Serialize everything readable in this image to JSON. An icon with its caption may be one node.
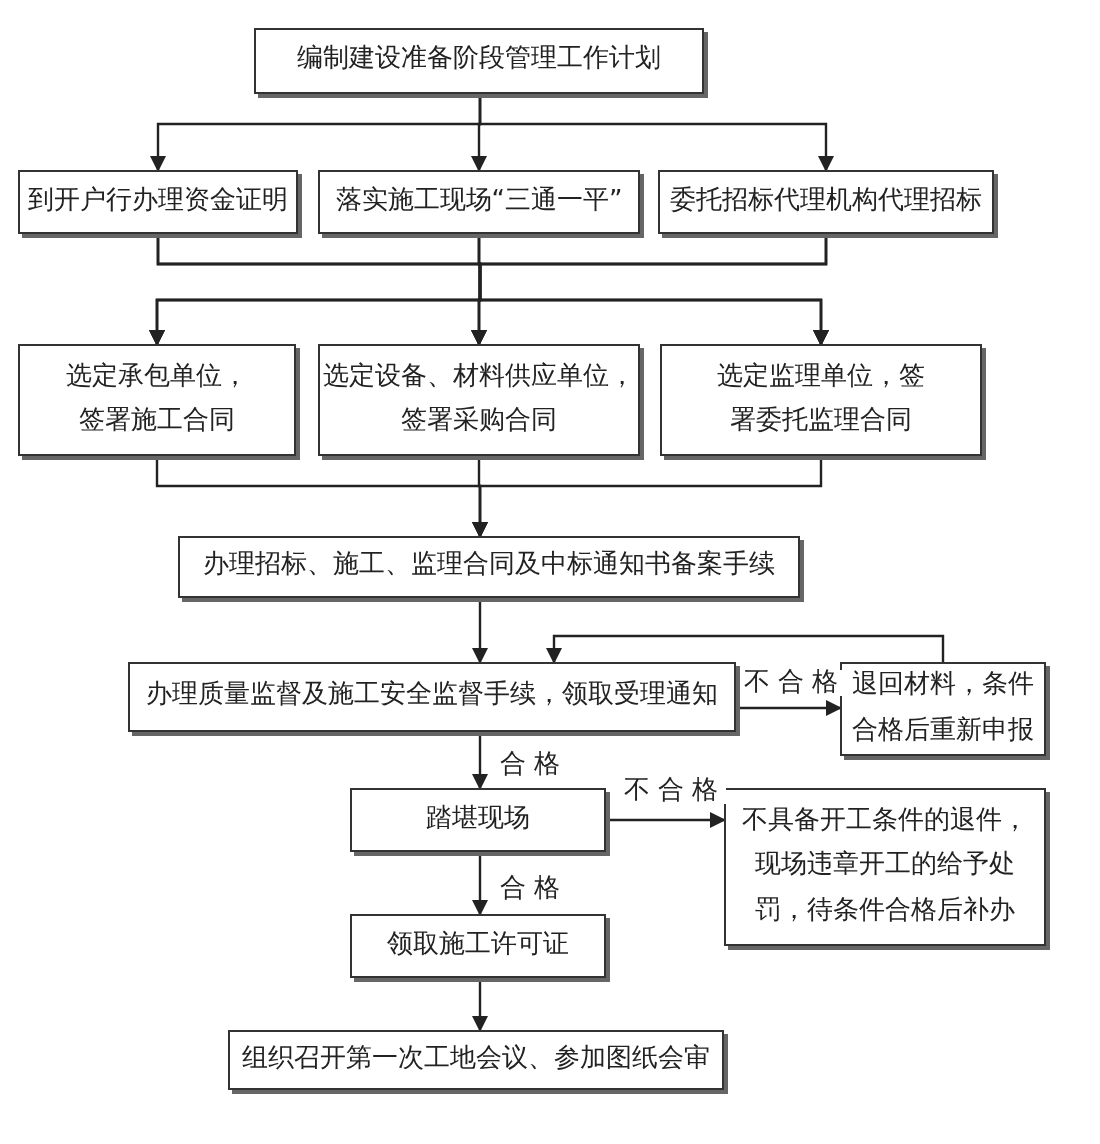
{
  "diagram": {
    "nodes": [
      {
        "text": [
          "编制建设准备阶段管理工作计划"
        ]
      },
      {
        "text": [
          "到开户行办理资金证明"
        ]
      },
      {
        "text": [
          "落实施工现场“三通一平”"
        ]
      },
      {
        "text": [
          "委托招标代理机构代理招标"
        ]
      },
      {
        "text": [
          "选定承包单位，签署施工合同"
        ]
      },
      {
        "text": [
          "选定设备、材料供应单位，签署采购合同"
        ]
      },
      {
        "text": [
          "选定监理单位，签署委托监理合同"
        ]
      },
      {
        "text": [
          "办理招标、施工、监理合同及中标通知书备案手续"
        ]
      },
      {
        "text": [
          "办理质量监督及施工安全监督手续，领取受理通知"
        ]
      },
      {
        "text": [
          "退回材料，条件合格后重新申报"
        ]
      },
      {
        "text": [
          "踏堪现场"
        ]
      },
      {
        "text": [
          "不具备开工条件的退件，现场违章开工的给予处罚，待条件合格后补办"
        ]
      },
      {
        "text": [
          "领取施工许可证"
        ]
      },
      {
        "text": [
          "组织召开第一次工地会议、参加图纸会审"
        ]
      }
    ],
    "edges": [
      {
        "from": 0,
        "to": 1,
        "arrow": "to"
      },
      {
        "from": 0,
        "to": 2,
        "arrow": "to"
      },
      {
        "from": 0,
        "to": 3,
        "arrow": "to"
      },
      {
        "from": 1,
        "to": 4,
        "arrow": "to"
      },
      {
        "from": 1,
        "to": 5,
        "arrow": "to"
      },
      {
        "from": 1,
        "to": 6,
        "arrow": "to"
      },
      {
        "from": 2,
        "to": 4,
        "arrow": "to"
      },
      {
        "from": 2,
        "to": 5,
        "arrow": "to"
      },
      {
        "from": 2,
        "to": 6,
        "arrow": "to"
      },
      {
        "from": 3,
        "to": 4,
        "arrow": "to"
      },
      {
        "from": 3,
        "to": 5,
        "arrow": "to"
      },
      {
        "from": 3,
        "to": 6,
        "arrow": "to"
      },
      {
        "from": 4,
        "to": 7,
        "arrow": "to"
      },
      {
        "from": 5,
        "to": 7,
        "arrow": "to"
      },
      {
        "from": 6,
        "to": 7,
        "arrow": "to"
      },
      {
        "from": 7,
        "to": 8,
        "arrow": "to"
      },
      {
        "from": 8,
        "to": 9,
        "arrow": "to",
        "label": "不合格"
      },
      {
        "from": 9,
        "to": 8,
        "arrow": "to"
      },
      {
        "from": 8,
        "to": 10,
        "arrow": "to",
        "label": "合格"
      },
      {
        "from": 10,
        "to": 11,
        "arrow": "to",
        "label": "不合格"
      },
      {
        "from": 10,
        "to": 12,
        "arrow": "to",
        "label": "合格"
      },
      {
        "from": 12,
        "to": 13,
        "arrow": "to"
      }
    ]
  }
}
